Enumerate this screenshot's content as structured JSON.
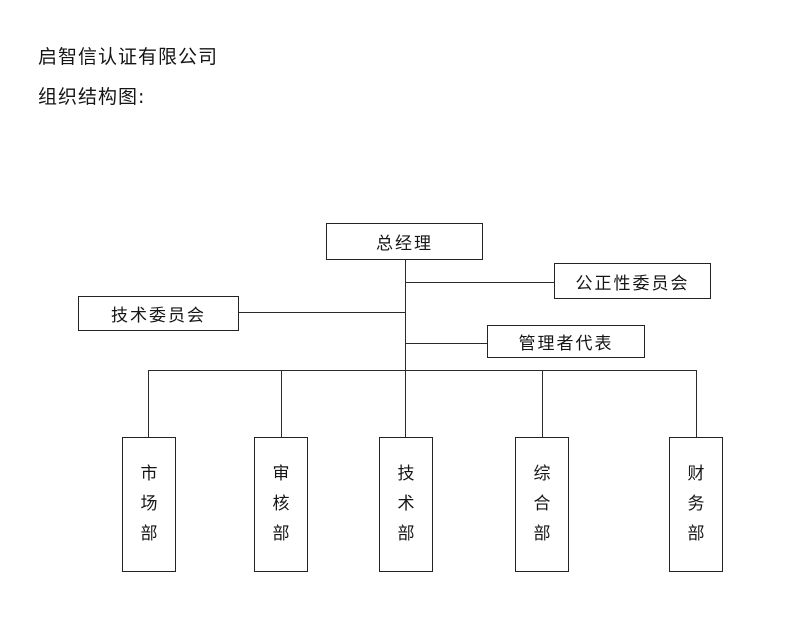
{
  "document": {
    "company_name": "启智信认证有限公司",
    "caption": "组织结构图:"
  },
  "chart_data": {
    "type": "diagram",
    "diagram_type": "organizational-chart",
    "title": "启智信认证有限公司 组织结构图",
    "orientation": "top-down",
    "nodes": [
      {
        "id": "gm",
        "label": "总经理",
        "level": 0,
        "role": "root"
      },
      {
        "id": "impart",
        "label": "公正性委员会",
        "level": 1,
        "role": "committee",
        "side": "right"
      },
      {
        "id": "techcom",
        "label": "技术委员会",
        "level": 1,
        "role": "committee",
        "side": "left"
      },
      {
        "id": "mgmtrep",
        "label": "管理者代表",
        "level": 1,
        "role": "representative",
        "side": "right"
      },
      {
        "id": "market",
        "label": "市场部",
        "level": 2,
        "role": "department",
        "text_orientation": "vertical"
      },
      {
        "id": "audit",
        "label": "审核部",
        "level": 2,
        "role": "department",
        "text_orientation": "vertical"
      },
      {
        "id": "tech",
        "label": "技术部",
        "level": 2,
        "role": "department",
        "text_orientation": "vertical"
      },
      {
        "id": "general",
        "label": "综合部",
        "level": 2,
        "role": "department",
        "text_orientation": "vertical"
      },
      {
        "id": "finance",
        "label": "财务部",
        "level": 2,
        "role": "department",
        "text_orientation": "vertical"
      }
    ],
    "edges": [
      {
        "from": "gm",
        "to": "impart"
      },
      {
        "from": "gm",
        "to": "techcom"
      },
      {
        "from": "gm",
        "to": "mgmtrep"
      },
      {
        "from": "gm",
        "to": "market"
      },
      {
        "from": "gm",
        "to": "audit"
      },
      {
        "from": "gm",
        "to": "tech"
      },
      {
        "from": "gm",
        "to": "general"
      },
      {
        "from": "gm",
        "to": "finance"
      }
    ],
    "style": {
      "box_fill": "#ffffff",
      "box_border": "#232323",
      "line_color": "#2b2b2b",
      "text_color": "#151515",
      "background": "#ffffff"
    }
  }
}
